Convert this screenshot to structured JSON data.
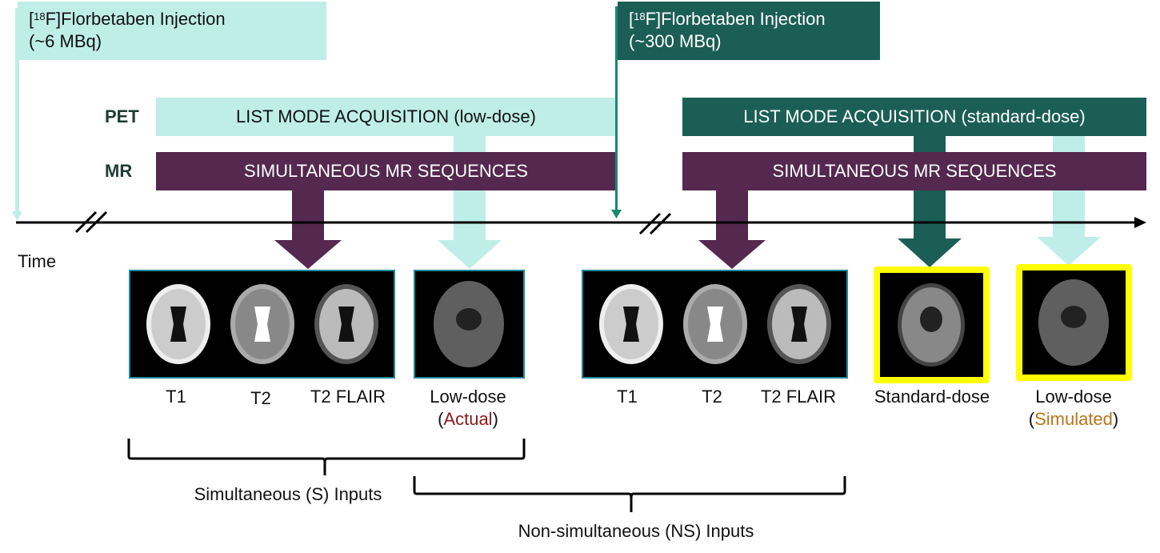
{
  "injections": [
    {
      "isotope_pre": "[",
      "isotope_mass": "18",
      "isotope_post": "F]Florbetaben Injection",
      "dose": "(~6 MBq)",
      "color": "#BFEEE8",
      "text_color": "#111111"
    },
    {
      "isotope_pre": "[",
      "isotope_mass": "18",
      "isotope_post": "F]Florbetaben Injection",
      "dose": "(~300 MBq)",
      "color": "#1B5E55",
      "text_color": "#FFFFFF"
    }
  ],
  "rows": {
    "pet": "PET",
    "mr": "MR"
  },
  "bars": {
    "pet_low": "LIST MODE ACQUISITION (low-dose)",
    "mr_left": "SIMULTANEOUS MR SEQUENCES",
    "pet_std": "LIST MODE ACQUISITION (standard-dose)",
    "mr_right": "SIMULTANEOUS MR SEQUENCES"
  },
  "timeline": {
    "label": "Time"
  },
  "images": {
    "left_mr": [
      "T1",
      "T2",
      "T2 FLAIR"
    ],
    "low_dose_actual": {
      "line1": "Low-dose",
      "open": "(",
      "word": "Actual",
      "close": ")",
      "word_color": "#8B1A1A"
    },
    "right_mr": [
      "T1",
      "T2",
      "T2 FLAIR"
    ],
    "standard_dose": "Standard-dose",
    "low_dose_simulated": {
      "line1": "Low-dose",
      "open": "(",
      "word": "Simulated",
      "close": ")",
      "word_color": "#B8741A"
    }
  },
  "braces": {
    "simultaneous": "Simultaneous (S) Inputs",
    "non_simultaneous": "Non-simultaneous (NS) Inputs"
  },
  "colors": {
    "light_teal": "#BFEEE8",
    "dark_teal": "#1B5E55",
    "purple": "#54284F",
    "inj_arrow_green": "#1A8A6E",
    "highlight_yellow": "#FFFF00",
    "panel_border": "#1F8A9A"
  }
}
